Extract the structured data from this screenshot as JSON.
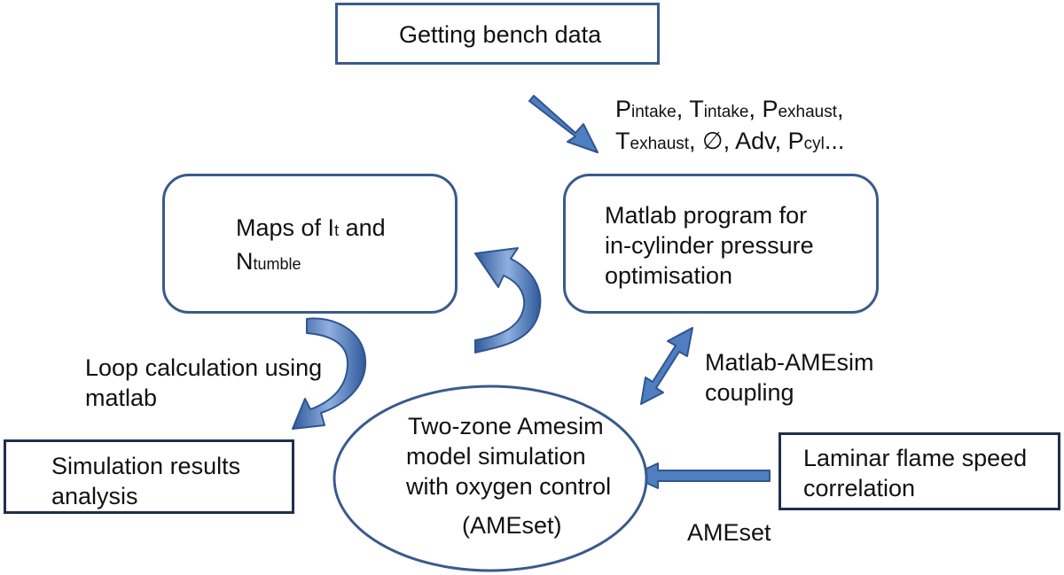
{
  "nodes": {
    "bench": {
      "label": "Getting bench data"
    },
    "matlab": {
      "line1": "Matlab program for",
      "line2": "in-cylinder pressure",
      "line3": "optimisation"
    },
    "maps": {
      "pre": "Maps of ",
      "var1": "I",
      "var1_sub": "t",
      "mid": " and",
      "var2": "N",
      "var2_sub": "tumble"
    },
    "simulation": {
      "line1": "Simulation results",
      "line2": "analysis"
    },
    "amesim": {
      "line1": "Two-zone Amesim",
      "line2": "model simulation",
      "line3": "with oxygen control",
      "line4": "(AMEset)"
    },
    "laminar": {
      "line1": "Laminar flame speed",
      "line2": "correlation"
    }
  },
  "labels": {
    "inputs": {
      "p": "P",
      "p_sub": "intake",
      "sep1": ", ",
      "t": "T",
      "t_sub": "intake",
      "sep2": ", ",
      "pe": "P",
      "pe_sub": "exhaust",
      "sep3": ",",
      "te": "T",
      "te_sub": "exhaust",
      "rest": ", ∅, Adv, ",
      "pc": "P",
      "pc_sub": "cyl",
      "ellipsis": "..."
    },
    "coupling": {
      "line1": "Matlab-AMEsim",
      "line2": "coupling"
    },
    "loop": {
      "line1": "Loop calculation using",
      "line2": "matlab"
    },
    "ameset": "AMEset"
  },
  "colors": {
    "arrow_fill": "#4f7fc0",
    "arrow_stroke": "#2f5590",
    "box_border": "#3a5a8c"
  }
}
